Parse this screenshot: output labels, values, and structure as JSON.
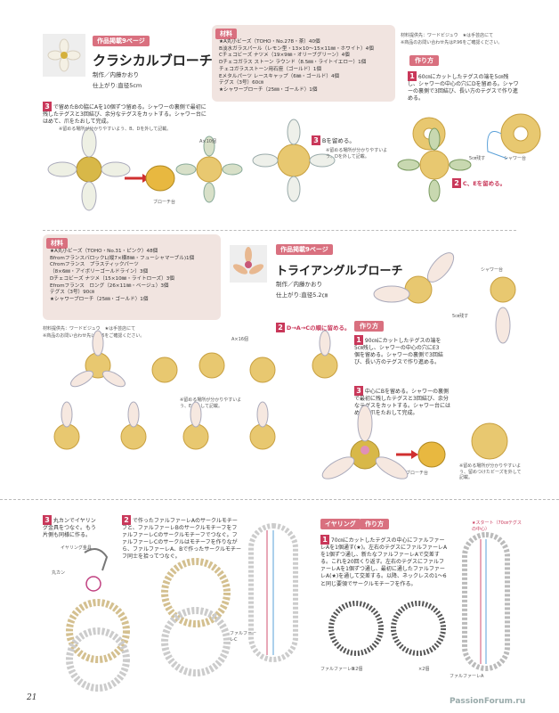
{
  "page_number": "21",
  "watermark": "PassionForum.ru",
  "classic": {
    "ref_tag": "作品掲載9ページ",
    "title": "クラシカルブローチ",
    "credit": "制作／内藤かおり",
    "size": "仕上がり:直径5cm",
    "materials_tag": "材料",
    "materials": [
      "★A丸小ビーズ（TOHO・No.278・茶）40個",
      "B淡水ガラスパール（レモン型・13×10〜15×11㎜・ホワイト）4個",
      "Cチェコビーズ ナツメ（19×9㎜・オリーブグリーン）4個",
      "Dチェコガラス ストーン ラウンド（8.5㎜・ライトイエロー）1個",
      "チェコガラスストーン用石座（ゴールド）1個",
      "Eメタルパーツ レースキャップ（6㎜・ゴールド）4個",
      "テグス（3号）60㎝",
      "★シャワーブローチ（25㎜・ゴールド）1個"
    ],
    "supply_note": "材料提供先：ワードビジュウ　★は手芸店にて",
    "supply_note2": "※商品のお問い合わせ先はP.96をご確認ください。",
    "howto_tag": "作り方",
    "step1": "60㎝にカットしたテグスの端を5㎝残し、シャワーの中心の穴にDを留める。シャワーの裏側で3回結び、長い方のテグスで作り進める。",
    "step2": "C、Eを留める。",
    "step3a": "Bを留める。",
    "step3a_note": "※留める場所が分かりやすいよう、Dを外して記載。",
    "step3b": "で留めたBの脇にAを10個ずつ留める。シャワーの裏側で最初に残したテグスと3回結び、余分なテグスをカットする。シャワー台にはめて、爪をたおして完成。",
    "step3b_note": "※留める場所が分かりやすいよう、B、Dを外して記載。",
    "label_a10": "A×10個",
    "label_brooch": "ブローチ台",
    "label_tail": "5㎝残す",
    "label_shower": "シャワー台"
  },
  "triangle": {
    "ref_tag": "作品掲載9ページ",
    "title": "トライアングルブローチ",
    "credit": "制作／内藤かおり",
    "size": "仕上がり:直径5.2㎝",
    "materials_tag": "材料",
    "materials": [
      "★A丸小ビーズ（TOHO・No.31・ピンク）48個",
      "BfromフランスバロックL(縦7×横8㎜・フューシャマーブル)1個",
      "Cfromフランス　プラスティックパーツ",
      "（8×6㎜・アイボリーゴールドライン）3個",
      "Dチェコビーズ ナツメ（15×10㎜・ライトローズ）3個",
      "Efromフランス　ロング（26×11㎜・ベージュ）3個",
      "テグス（3号）90㎝",
      "★シャワーブローチ（25㎜・ゴールド）1個"
    ],
    "supply_note": "材料提供先：ワードビジュウ　★は手芸店にて",
    "supply_note2": "※商品のお問い合わせ先はP.96をご確認ください。",
    "howto_tag": "作り方",
    "step1": "90㎝にカットしたテグスの端を5㎝残し、シャワーの中心の穴にE3個を留める。シャワーの裏側で3回結び、長い方のテグスで作り進める。",
    "step2": "D→A→Cの順に留める。",
    "step3": "中心にBを留める。シャワーの裏側で最初に残したテグスと3回結び、余分なテグスをカットする。シャワー台にはめて、爪をたおして完成。",
    "step_note": "※留める場所が分かりやすいよう、Eを外して記載。",
    "step3_note": "※留める場所が分かりやすいよう、留めつけたビーズを外して記載。",
    "label_a16": "A×16個",
    "label_tail": "5㎝残す",
    "label_shower": "シャワー台",
    "label_brooch": "ブローチ台"
  },
  "earring": {
    "step3": "丸カンでイヤリング金具をつなぐ。もう片側も同様に作る。",
    "step2": "で作ったファルファーレAのサークルモチーフと、ファルファーレBのサークルモチーフをファルファーレCのサークルモチーフでつなぐ。ファルファーレCのサークルはモチーフを作りながら、ファルファーレA、Bで作ったサークルモチーフ同士を拾ってつなぐ。",
    "tag": "イヤリング",
    "howto_tag": "作り方",
    "step1": "70㎝にカットしたテグスの中心にファルファーレAを1個通す(★)。左右のテグスにファルファーレAを1個ずつ通し、新たなファルファーレAで交差する。これを20回くり返す。左右のテグスにファルファーレAを1個ずつ通し、最初に通したファルファーレA(★)を通して交差する。以降、ネックレスの1〜6と同じ要領でサークルモチーフを作る。",
    "label_hook": "イヤリング金具",
    "label_ring": "丸カン",
    "label_start": "★スタート（70㎝テグスの中心）",
    "label_farfalle": "ファルファーレC",
    "label_fa": "ファルファーレA",
    "label_fb": "ファルファーレB",
    "label_x2a": "×2個",
    "label_x2b": "×2個"
  }
}
